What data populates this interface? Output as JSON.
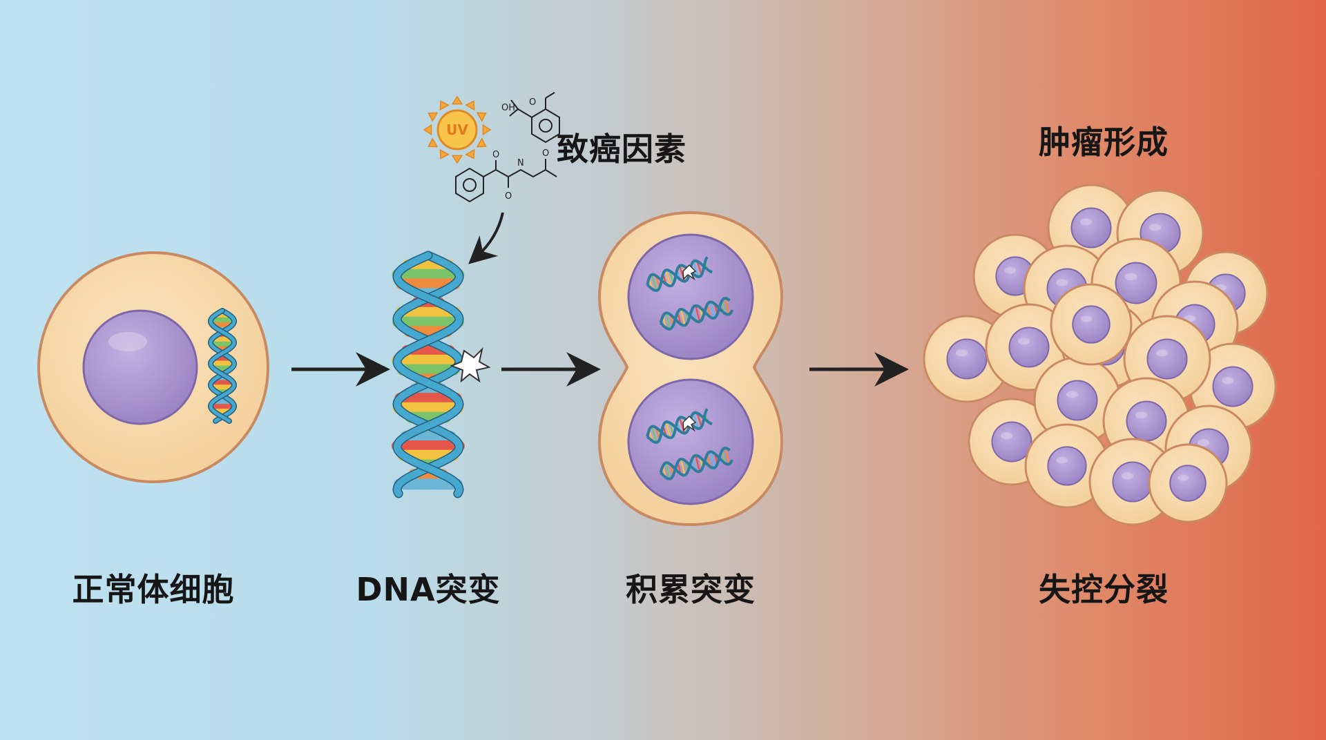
{
  "carcinogen": {
    "label": "致癌因素",
    "uv_text": "UV",
    "oh_text": "OH",
    "o_text": "O",
    "o2_text": "O",
    "o3_text": "O",
    "n_text": "N",
    "o4_text": "O"
  },
  "tumor_heading": "肿瘤形成",
  "stages": {
    "normal": "正常体细胞",
    "mutation": "DNA突变",
    "accumulate": "积累突变",
    "uncontrolled": "失控分裂"
  },
  "colors": {
    "cytoplasm": "#f7d7a8",
    "membrane": "#c98a63",
    "nucleus": "#a892cc",
    "nucleus_edge": "#7d67a8",
    "dna_strand": "#3d9bc0",
    "arrow": "#222222"
  },
  "icons": [
    "sun-icon",
    "arrow-icon"
  ]
}
